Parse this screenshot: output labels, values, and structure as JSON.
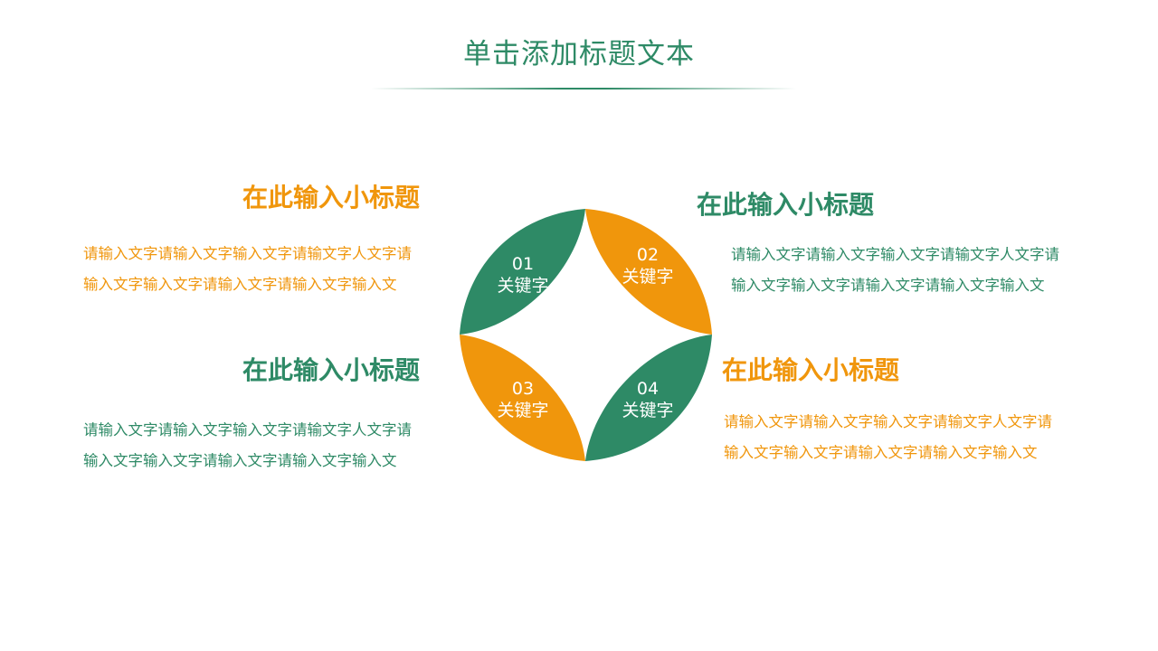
{
  "title": "单击添加标题文本",
  "colors": {
    "green": "#2e8a66",
    "orange": "#f0960c"
  },
  "items": [
    {
      "num": "01",
      "keyword": "关键字",
      "heading": "在此输入小标题",
      "text_lines": [
        "请输入文字请输入文字输入文字请输文字人文字请",
        "输入文字输入文字请输入文字请输入文字输入文"
      ]
    },
    {
      "num": "02",
      "keyword": "关键字",
      "heading": "在此输入小标题",
      "text_lines": [
        "请输入文字请输入文字输入文字请输文字人文字请",
        "输入文字输入文字请输入文字请输入文字输入文"
      ]
    },
    {
      "num": "03",
      "keyword": "关键字",
      "heading": "在此输入小标题",
      "text_lines": [
        "请输入文字请输入文字输入文字请输文字人文字请",
        "输入文字输入文字请输入文字请输入文字输入文"
      ]
    },
    {
      "num": "04",
      "keyword": "关键字",
      "heading": "在此输入小标题",
      "text_lines": [
        "请输入文字请输入文字输入文字请输文字人文字请",
        "输入文字输入文字请输入文字请输入文字输入文"
      ]
    }
  ]
}
